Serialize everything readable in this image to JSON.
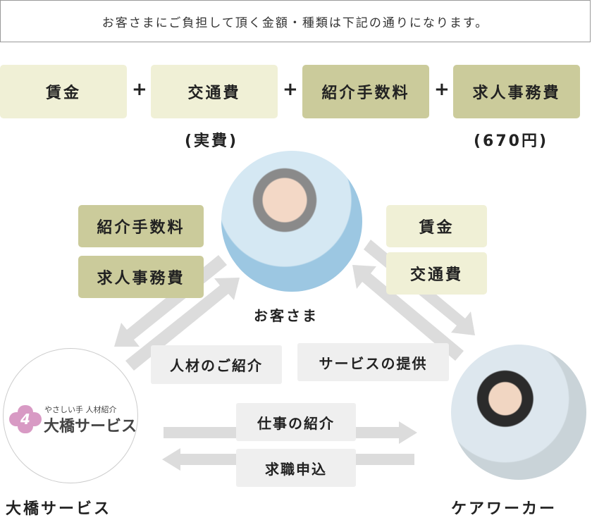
{
  "header": {
    "text": "お客さまにご負担して頂く金額・種類は下記の通りになります。"
  },
  "formula": {
    "items": [
      "賃金",
      "交通費",
      "紹介手数料",
      "求人事務費"
    ],
    "plus": "+",
    "notes": {
      "transport": "(実費)",
      "admin": "(670円)"
    }
  },
  "customer": {
    "label": "お客さま"
  },
  "left_fees": [
    "紹介手数料",
    "求人事務費"
  ],
  "right_fees": [
    "賃金",
    "交通費"
  ],
  "flows": {
    "introduce_talent": "人材のご紹介",
    "provide_service": "サービスの提供",
    "introduce_job": "仕事の紹介",
    "apply_job": "求職申込"
  },
  "company": {
    "label": "大橋サービス",
    "logo_tagline": "やさしい手 人材紹介",
    "logo_name": "大橋サービス"
  },
  "worker": {
    "label": "ケアワーカー"
  },
  "colors": {
    "light": "#f0f0d6",
    "dark": "#cbcb9b",
    "arrow": "#dcdcdc",
    "logo": "#d89ac4"
  }
}
